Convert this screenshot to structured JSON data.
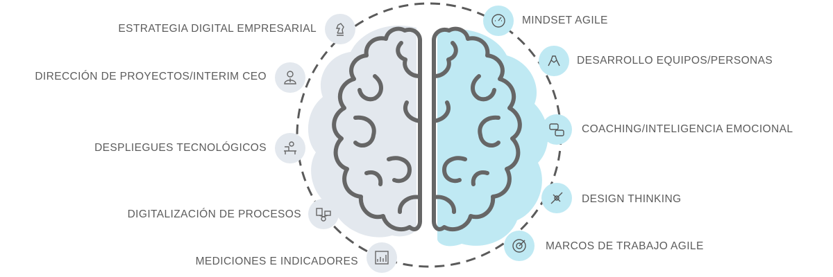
{
  "colors": {
    "left_blob": "#e3e8ee",
    "right_blob": "#bfe9f3",
    "brain_outline": "#666666",
    "dashed_circle": "#5a5a5a",
    "label_text": "#5c5c5c"
  },
  "left_items": [
    {
      "label": "ESTRATEGIA DIGITAL EMPRESARIAL",
      "icon": "chess-knight-icon"
    },
    {
      "label": "DIRECCIÓN DE PROYECTOS/INTERIM CEO",
      "icon": "executive-icon"
    },
    {
      "label": "DESPLIEGUES TECNOLÓGICOS",
      "icon": "desk-worker-icon"
    },
    {
      "label": "DIGITALIZACIÓN DE PROCESOS",
      "icon": "process-devices-icon"
    },
    {
      "label": "MEDICIONES E INDICADORES",
      "icon": "analytics-chart-icon"
    }
  ],
  "right_items": [
    {
      "label": "MINDSET AGILE",
      "icon": "speedometer-icon"
    },
    {
      "label": "DESARROLLO EQUIPOS/PERSONAS",
      "icon": "team-hands-icon"
    },
    {
      "label": "COACHING/INTELIGENCIA EMOCIONAL",
      "icon": "chat-bubbles-icon"
    },
    {
      "label": "DESIGN THINKING",
      "icon": "design-tools-icon"
    },
    {
      "label": "MARCOS DE TRABAJO AGILE",
      "icon": "target-cycle-icon"
    }
  ]
}
